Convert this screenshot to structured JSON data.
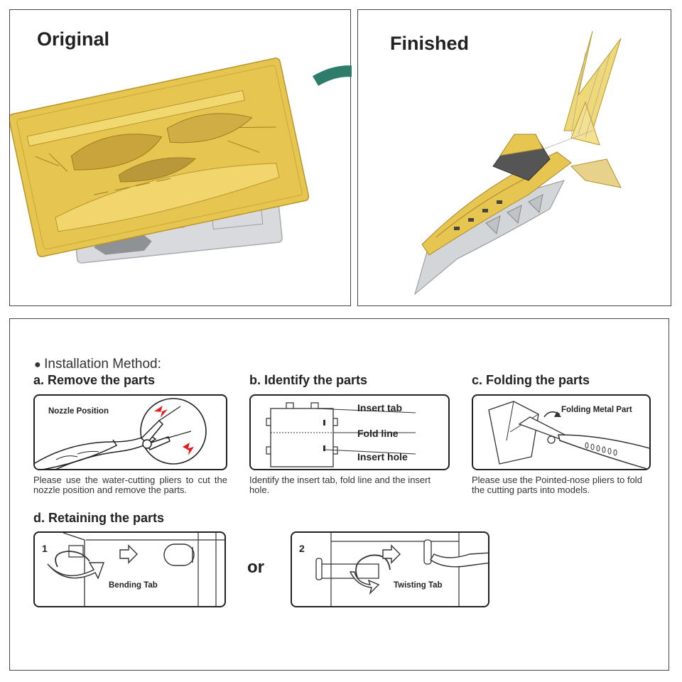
{
  "top": {
    "original_title": "Original",
    "finished_title": "Finished"
  },
  "instructions": {
    "heading": "Installation Method:",
    "a": {
      "title": "a. Remove the parts",
      "label": "Nozzle Position",
      "desc": "Please use the water-cutting pliers to cut the nozzle position and remove the parts."
    },
    "b": {
      "title": "b. Identify the parts",
      "insert_tab": "Insert tab",
      "fold_line": "Fold line",
      "insert_hole": "Insert hole",
      "desc": "Identify the insert tab, fold line and the insert hole."
    },
    "c": {
      "title": "c. Folding the parts",
      "label": "Folding Metal Part",
      "desc": "Please use the Pointed-nose pliers to fold the cutting parts into models."
    },
    "d": {
      "title": "d. Retaining the parts",
      "step1_num": "1",
      "step1_label": "Bending Tab",
      "or": "or",
      "step2_num": "2",
      "step2_label": "Twisting Tab"
    }
  },
  "colors": {
    "arrow_green": "#2e7d6b",
    "gold": "#e2c14a",
    "silver": "#cfd2d6",
    "red_mark": "#e02020"
  }
}
